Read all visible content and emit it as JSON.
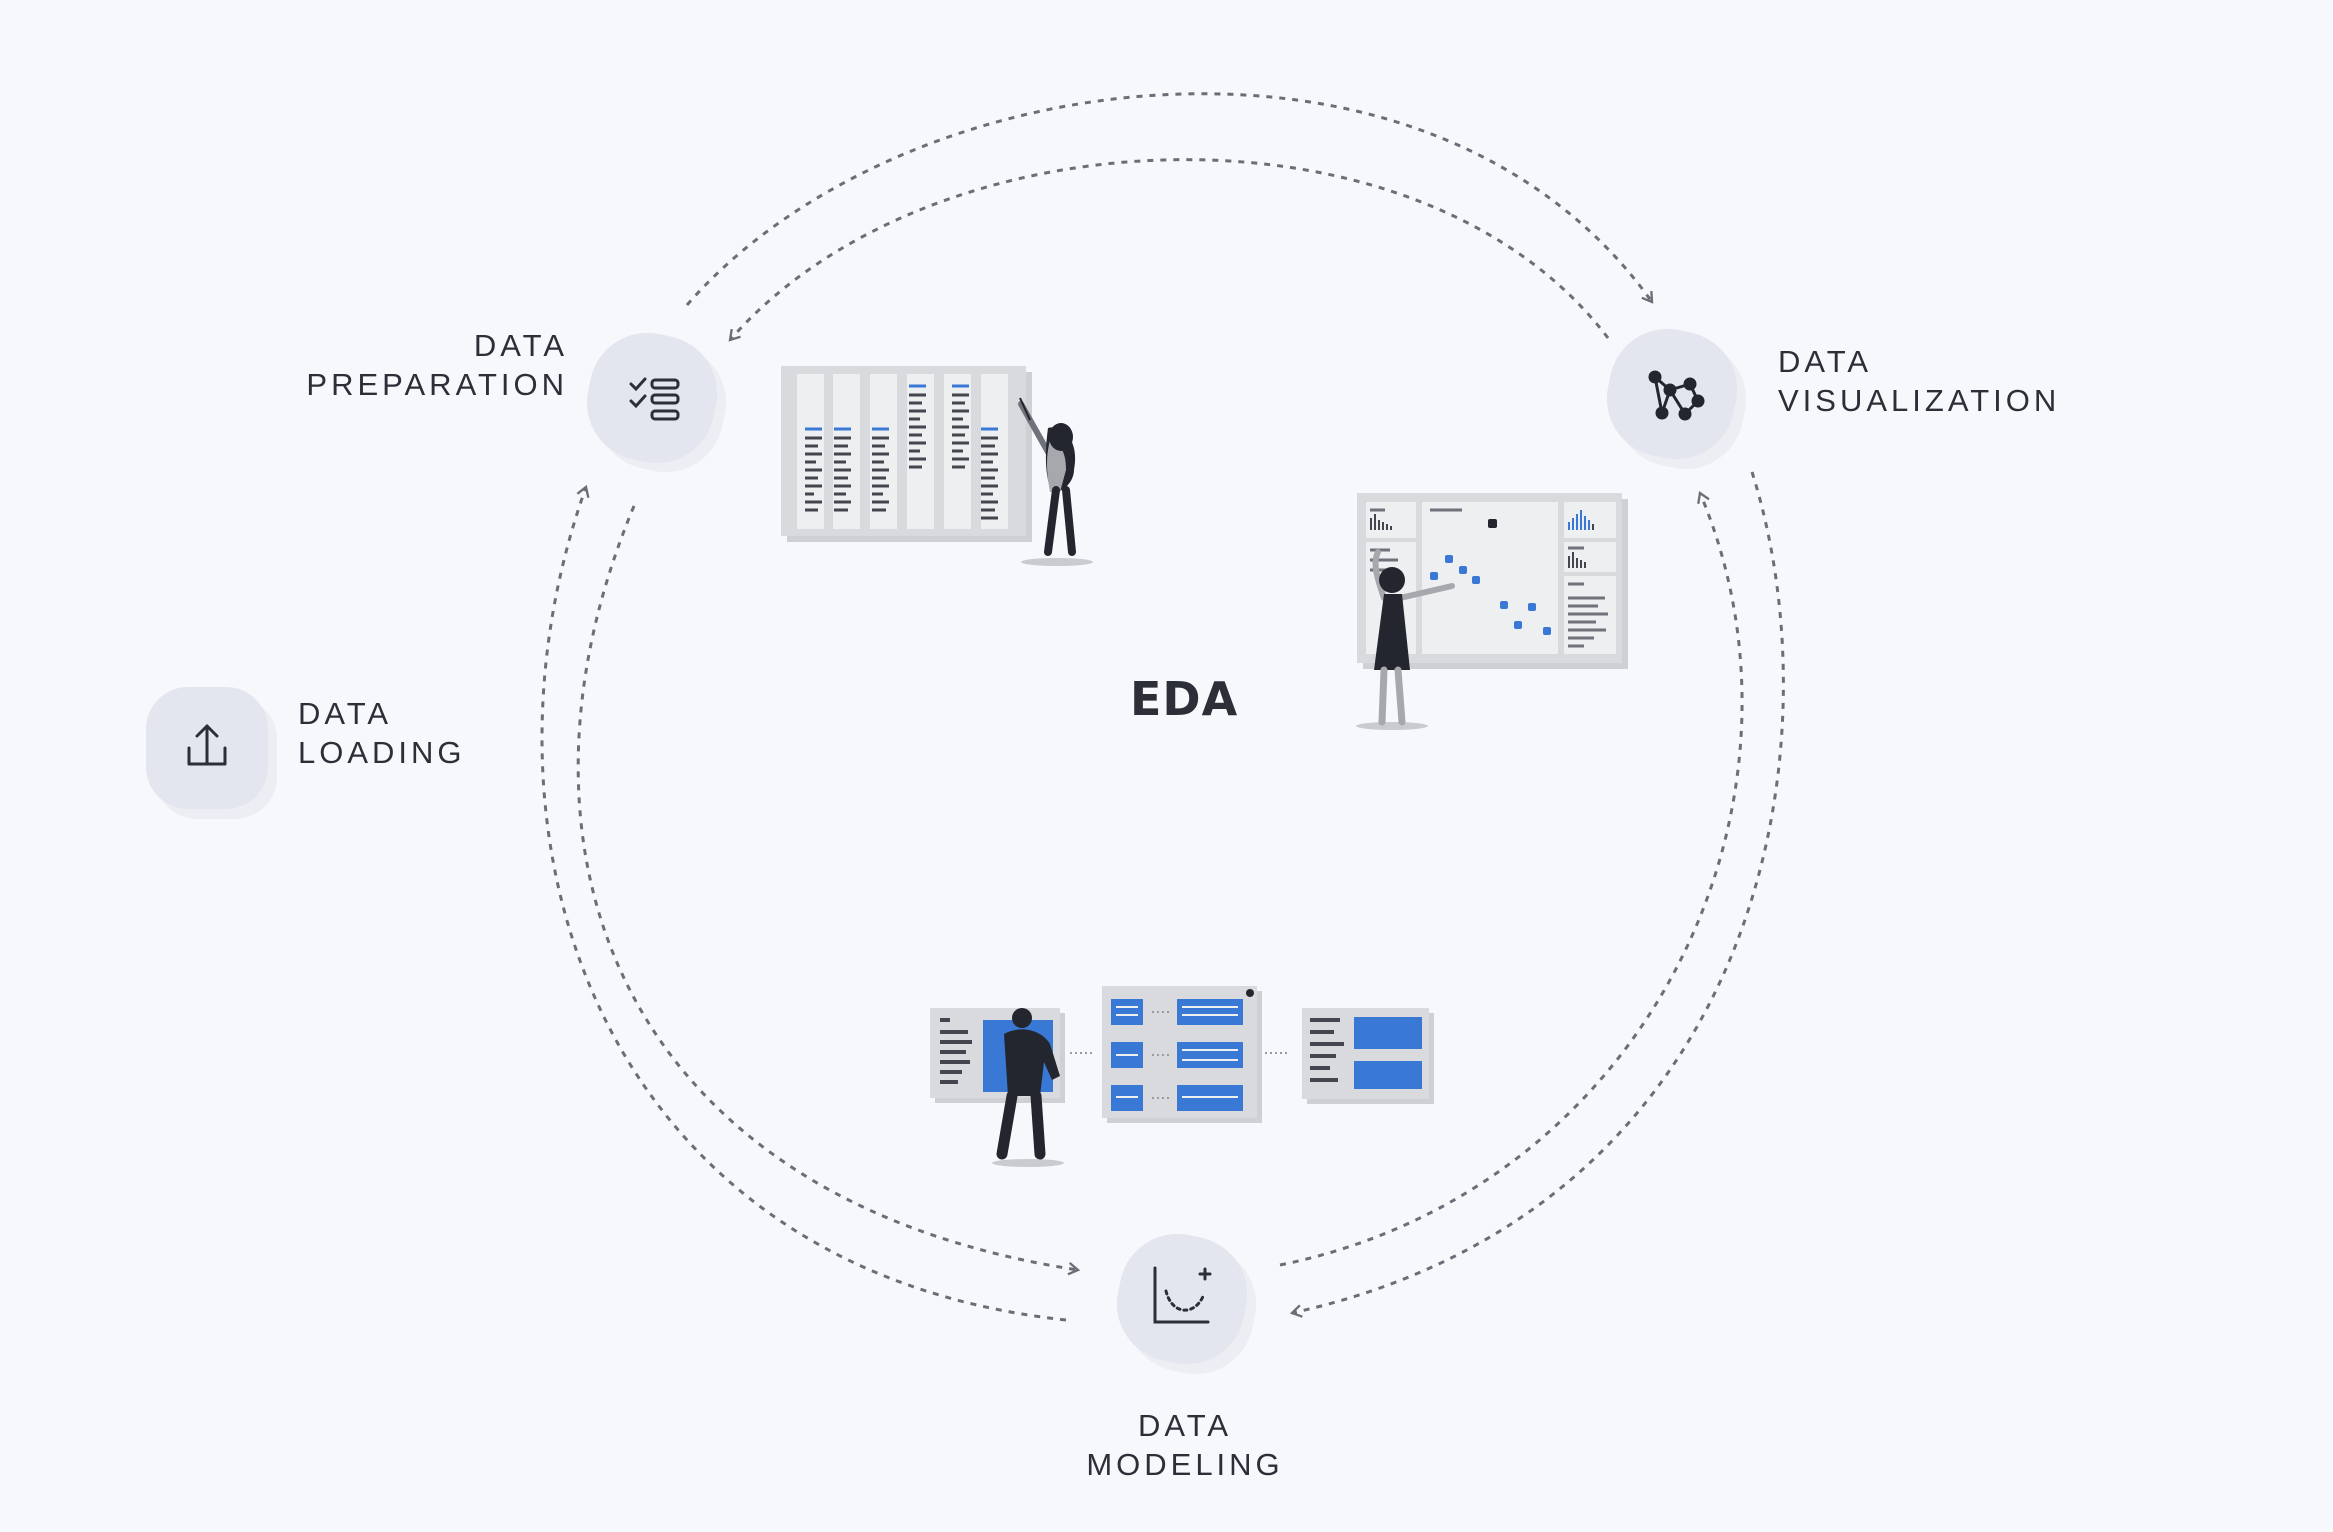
{
  "diagram": {
    "center_title": "EDA",
    "nodes": [
      {
        "id": "preparation",
        "label_lines": [
          "DATA",
          "PREPARATION"
        ],
        "icon": "checklist-icon"
      },
      {
        "id": "visualization",
        "label_lines": [
          "DATA",
          "VISUALIZATION"
        ],
        "icon": "network-graph-icon"
      },
      {
        "id": "loading",
        "label_lines": [
          "DATA",
          "LOADING"
        ],
        "icon": "upload-icon"
      },
      {
        "id": "modeling",
        "label_lines": [
          "DATA",
          "MODELING"
        ],
        "icon": "curve-fit-icon"
      }
    ],
    "colors": {
      "background": "#f7f8fc",
      "node_fill": "#e3e6ee",
      "node_shadow": "#eceef4",
      "text": "#2c2f38",
      "arrow": "#6b6e76",
      "accent_blue": "#3a78d6",
      "panel_gray": "#d4d5d8",
      "figure_dark": "#23262e"
    }
  }
}
